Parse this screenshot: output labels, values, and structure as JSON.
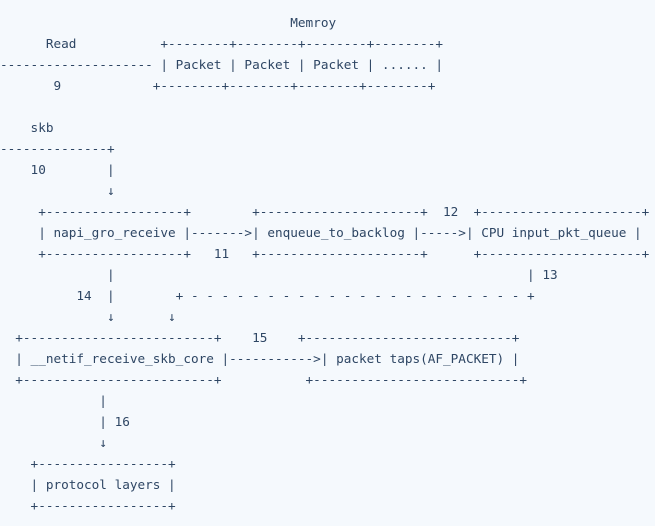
{
  "diagram": {
    "lines": [
      "                                      Memroy",
      "      Read           +--------+--------+--------+--------+",
      "-------------------- | Packet | Packet | Packet | ...... |",
      "       9            +--------+--------+--------+--------+",
      "",
      "    skb",
      "--------------+",
      "    10        |",
      "              ↓",
      "     +------------------+        +---------------------+  12  +---------------------+",
      "     | napi_gro_receive |------->| enqueue_to_backlog |----->| CPU input_pkt_queue |",
      "     +------------------+   11   +---------------------+      +---------------------+",
      "              |                                                      | 13",
      "          14  |        + - - - - - - - - - - - - - - - - - - - - - - +",
      "              ↓       ↓",
      "  +-------------------------+    15    +---------------------------+",
      "  | __netif_receive_skb_core |----------->| packet taps(AF_PACKET) |",
      "  +-------------------------+           +---------------------------+",
      "",
      "             |",
      "             | 16",
      "             ↓",
      "    +-----------------+",
      "    | protocol layers |",
      "    +-----------------+"
    ]
  }
}
